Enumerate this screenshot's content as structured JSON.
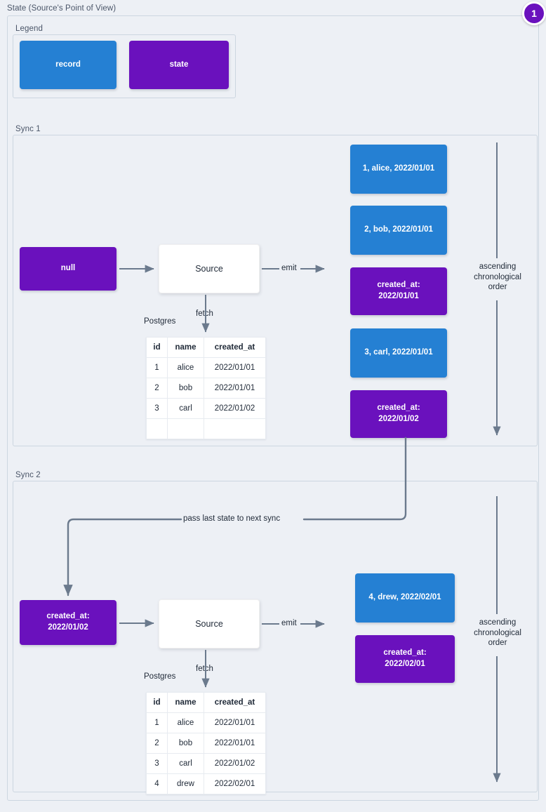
{
  "diagram": {
    "title": "State (Source's Point of View)",
    "badge": "1",
    "colors": {
      "record": "#2580d3",
      "state": "#6a11bd",
      "background": "#edf0f5",
      "border": "#ccd6e0",
      "wire": "#6b7a8d"
    }
  },
  "legend": {
    "title": "Legend",
    "items": [
      {
        "label": "record",
        "kind": "record"
      },
      {
        "label": "state",
        "kind": "state"
      }
    ]
  },
  "sync1": {
    "title": "Sync 1",
    "input_state": "null",
    "source": "Source",
    "db_label": "Postgres",
    "fetch_label": "fetch",
    "emit_label": "emit",
    "order_label": "ascending chronological order",
    "table": {
      "columns": [
        "id",
        "name",
        "created_at"
      ],
      "rows": [
        [
          "1",
          "alice",
          "2022/01/01"
        ],
        [
          "2",
          "bob",
          "2022/01/01"
        ],
        [
          "3",
          "carl",
          "2022/01/02"
        ],
        [
          "",
          "",
          ""
        ]
      ]
    },
    "emitted": [
      {
        "kind": "record",
        "line1": "1, alice, 2022/01/01",
        "line2": ""
      },
      {
        "kind": "record",
        "line1": "2, bob, 2022/01/01",
        "line2": ""
      },
      {
        "kind": "state",
        "line1": "created_at:",
        "line2": "2022/01/01"
      },
      {
        "kind": "record",
        "line1": "3, carl, 2022/01/01",
        "line2": ""
      },
      {
        "kind": "state",
        "line1": "created_at:",
        "line2": "2022/01/02"
      }
    ]
  },
  "sync2": {
    "title": "Sync 2",
    "pass_label": "pass last state to next sync",
    "input_state_line1": "created_at:",
    "input_state_line2": "2022/01/02",
    "source": "Source",
    "db_label": "Postgres",
    "fetch_label": "fetch",
    "emit_label": "emit",
    "order_label": "ascending chronological order",
    "table": {
      "columns": [
        "id",
        "name",
        "created_at"
      ],
      "rows": [
        [
          "1",
          "alice",
          "2022/01/01"
        ],
        [
          "2",
          "bob",
          "2022/01/01"
        ],
        [
          "3",
          "carl",
          "2022/01/02"
        ],
        [
          "4",
          "drew",
          "2022/02/01"
        ]
      ]
    },
    "emitted": [
      {
        "kind": "record",
        "line1": "4, drew, 2022/02/01",
        "line2": ""
      },
      {
        "kind": "state",
        "line1": "created_at:",
        "line2": "2022/02/01"
      }
    ]
  }
}
